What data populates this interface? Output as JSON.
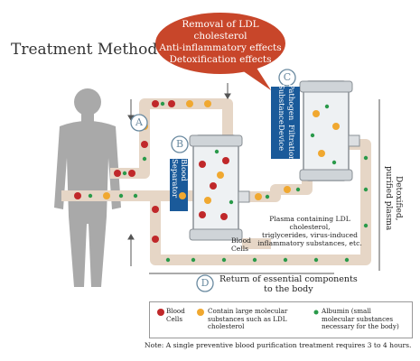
{
  "title": "Treatment Method",
  "callout": {
    "lines": [
      "Removal of LDL cholesterol",
      "Anti-inflammatory effects",
      "Detoxification effects"
    ],
    "color": "#c8462a"
  },
  "markers": {
    "a": "A",
    "b": "B",
    "c": "C",
    "d": "D"
  },
  "labels": {
    "blood_separator": "Blood Separator",
    "pathogen_line1": "Pathogen Substance",
    "pathogen_line2": "Filtration Device",
    "blood_cells": "Blood Cells",
    "plasma_line1": "Plasma containing LDL cholesterol,",
    "plasma_line2": "triglycerides, virus-induced",
    "plasma_line3": "inflammatory substances, etc.",
    "detox_line1": "Detoxified,",
    "detox_line2": "purified plasma",
    "return_line1": "Return of essential components",
    "return_line2": "to the body"
  },
  "legend": {
    "blood_cells_line1": "Blood",
    "blood_cells_line2": "Cells",
    "large_line1": "Contain large molecular",
    "large_line2": "substances such as LDL",
    "large_line3": "cholesterol",
    "albumin_line1": "Albumin (small",
    "albumin_line2": "molecular substances",
    "albumin_line3": "necessary for the body)"
  },
  "note": "Note: A single preventive blood purification treatment requires 3 to 4 hours.",
  "colors": {
    "tube": "#e8d8c8",
    "blue_label": "#1a5a9a",
    "red_cell": "#c0282a",
    "yellow_particle": "#f0a830",
    "green_particle": "#2a9a4a",
    "silhouette": "#a8a8a8",
    "marker": "#6a8aa0"
  }
}
